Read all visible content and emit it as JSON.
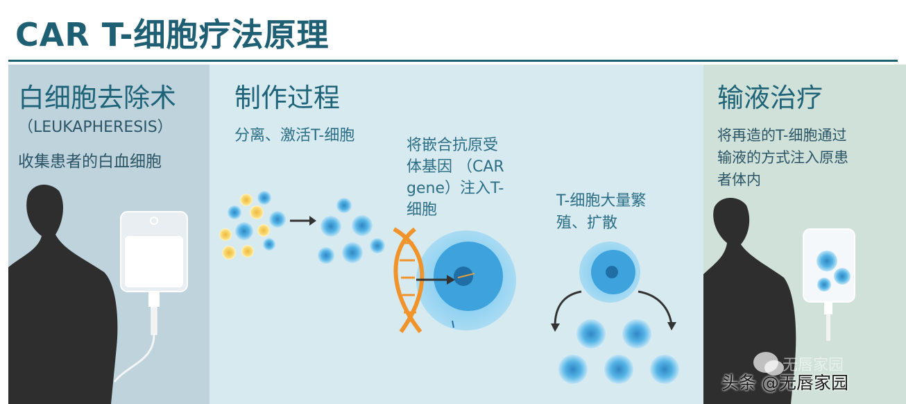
{
  "title": "CAR T-细胞疗法原理",
  "left": {
    "heading": "白细胞去除术",
    "subheading": "（LEUKAPHERESIS）",
    "text": "收集患者的白血细胞"
  },
  "middle": {
    "heading": "制作过程",
    "step1": "分离、激活T-细胞",
    "step2_line1": "将嵌合抗原受",
    "step2_line2": "体基因 （CAR",
    "step2_line3": "gene）注入T-",
    "step2_line4": "细胞",
    "step3_line1": "T-细胞大量繁",
    "step3_line2": "殖、扩散"
  },
  "right": {
    "heading": "输液治疗",
    "line1": "将再造的T-细胞通过",
    "line2": "输液的方式注入原患",
    "line3": "者体内"
  },
  "watermark": {
    "text": "头条 @无唇家园",
    "faint_text": "无唇家园"
  },
  "colors": {
    "title": "#1e5f73",
    "panel_left": "#bfd3dd",
    "panel_middle": "#d6eaf0",
    "panel_right": "#cfe1d8",
    "cell_blue": "#3b9fd6",
    "cell_yellow": "#f2c94c",
    "dna_orange": "#f0932b",
    "silhouette": "#2e2e2e"
  }
}
